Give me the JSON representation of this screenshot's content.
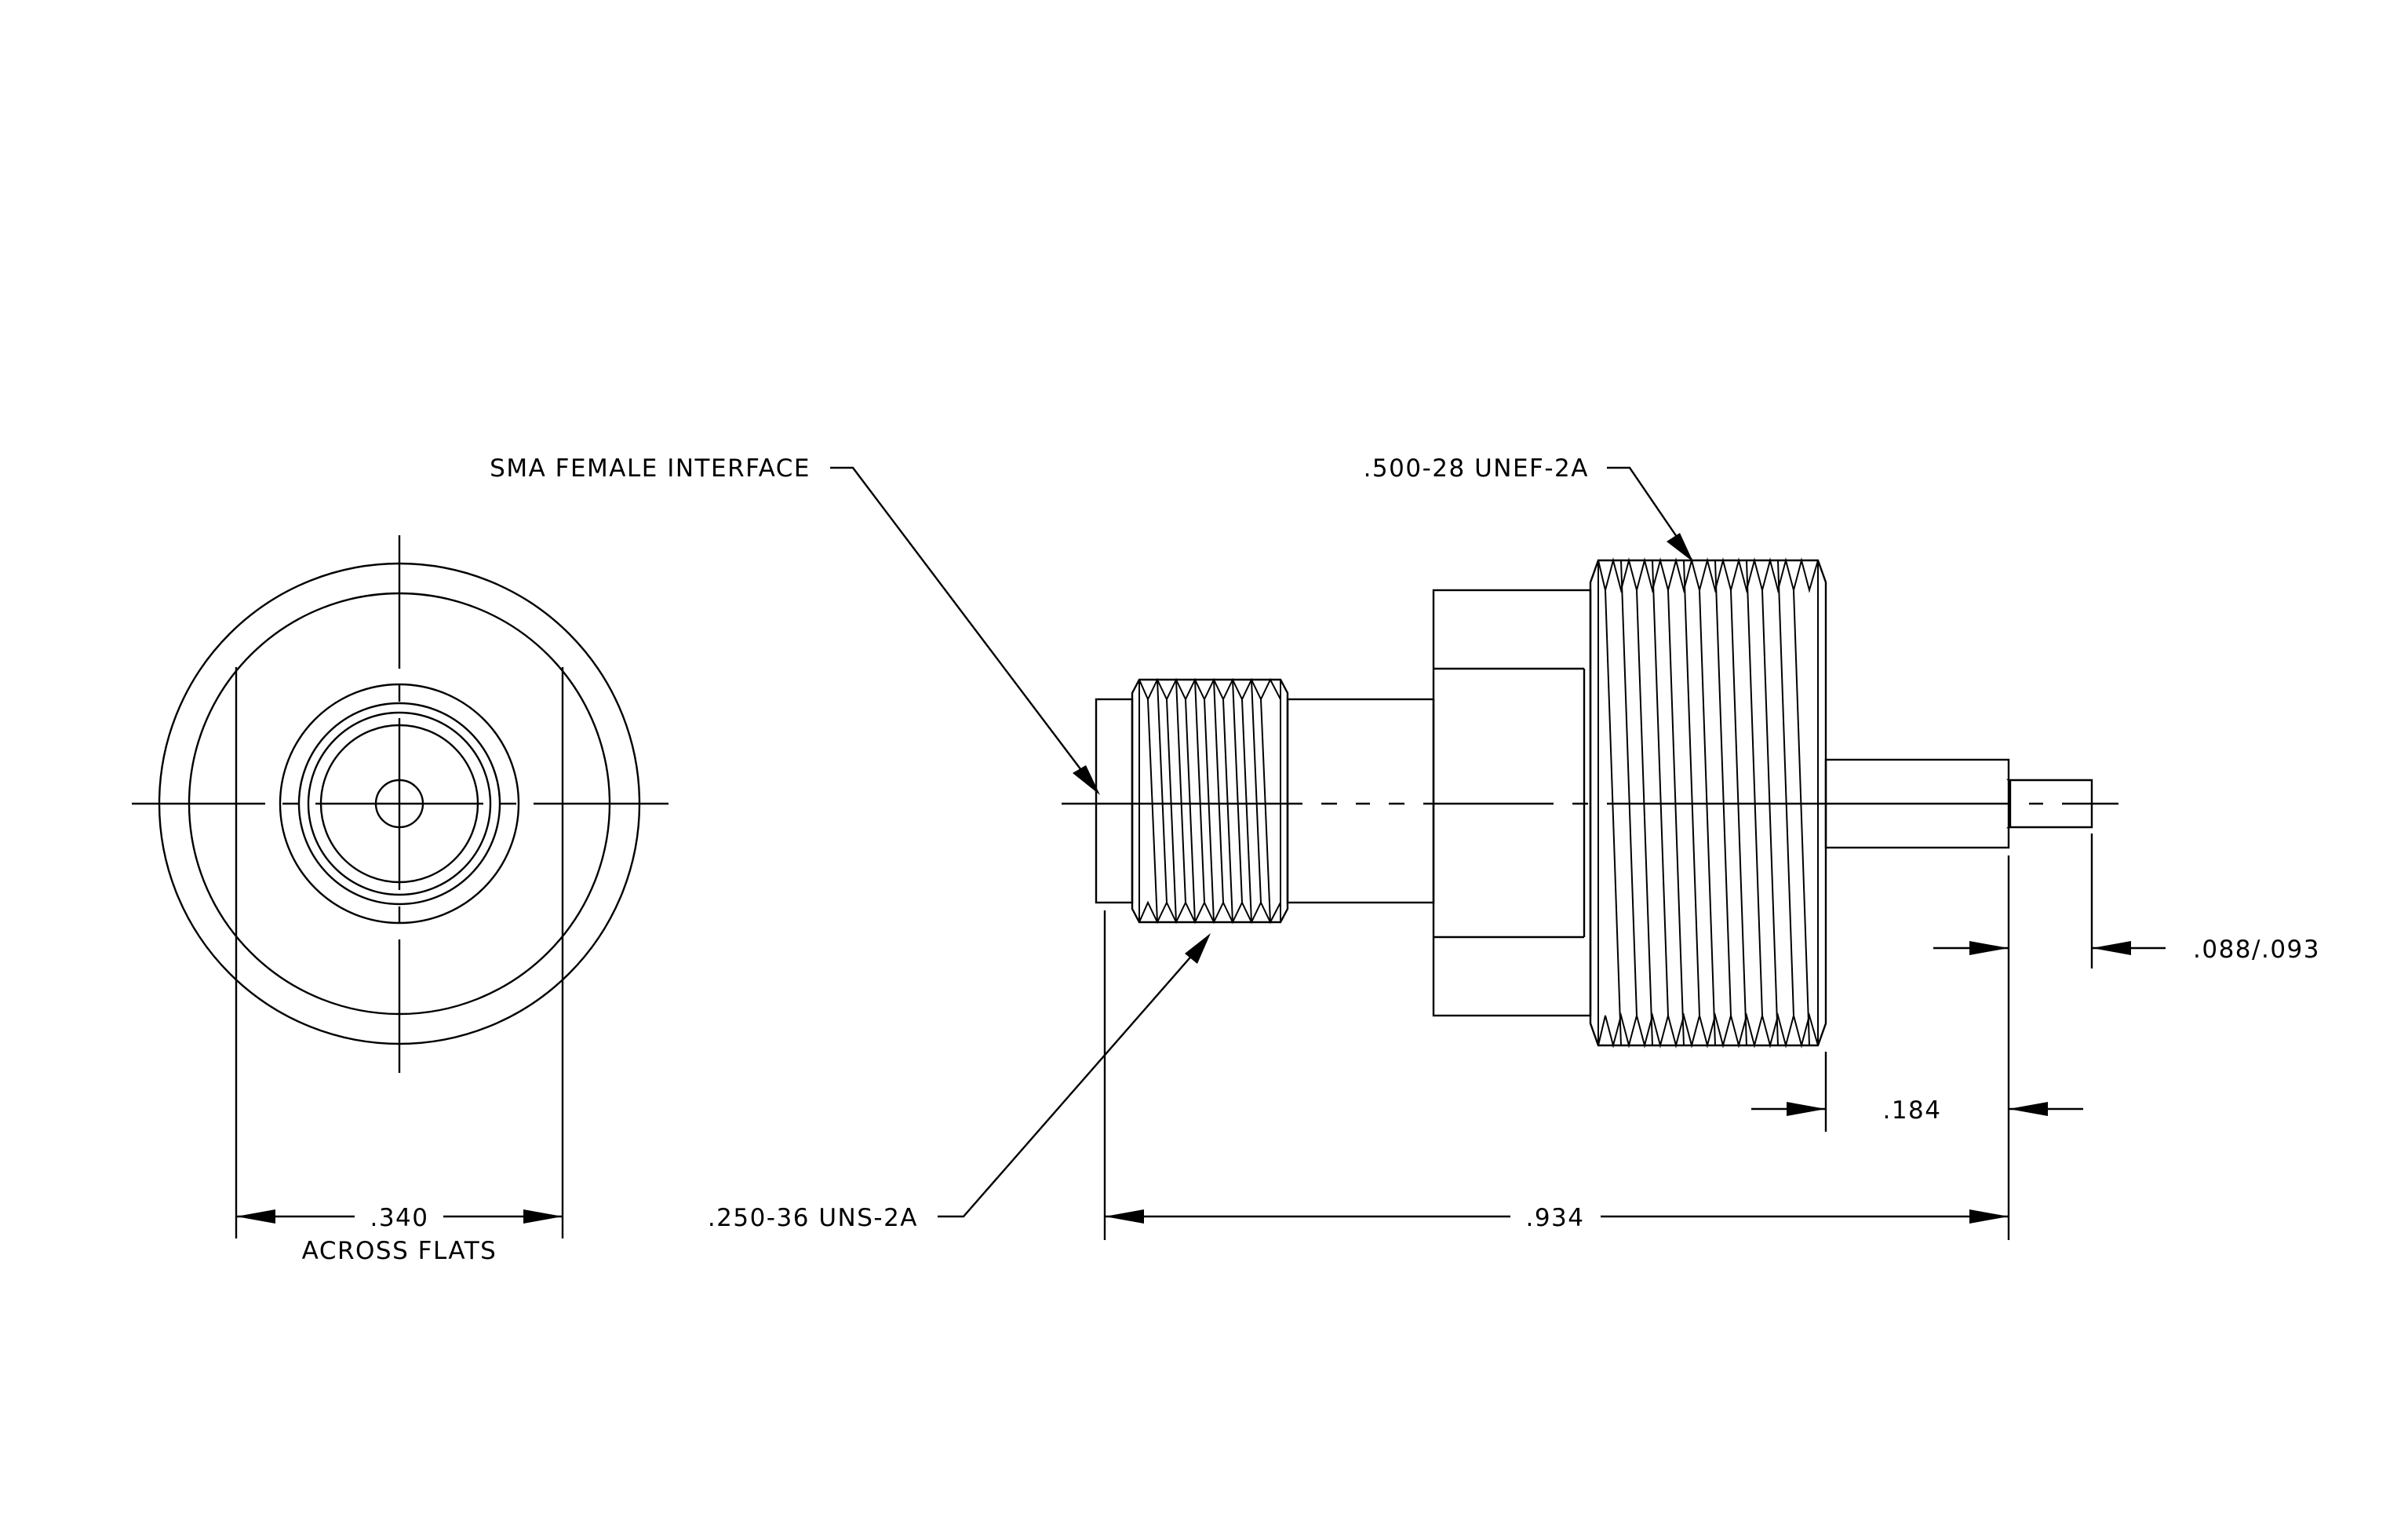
{
  "callouts": {
    "sma_interface": "SMA FEMALE INTERFACE",
    "thread_large": ".500-28 UNEF-2A",
    "thread_small": ".250-36 UNS-2A"
  },
  "dimensions": {
    "across_flats_value": ".340",
    "across_flats_note": "ACROSS FLATS",
    "overall_length": ".934",
    "pin_diameter": ".088/.093",
    "pin_length": ".184"
  }
}
